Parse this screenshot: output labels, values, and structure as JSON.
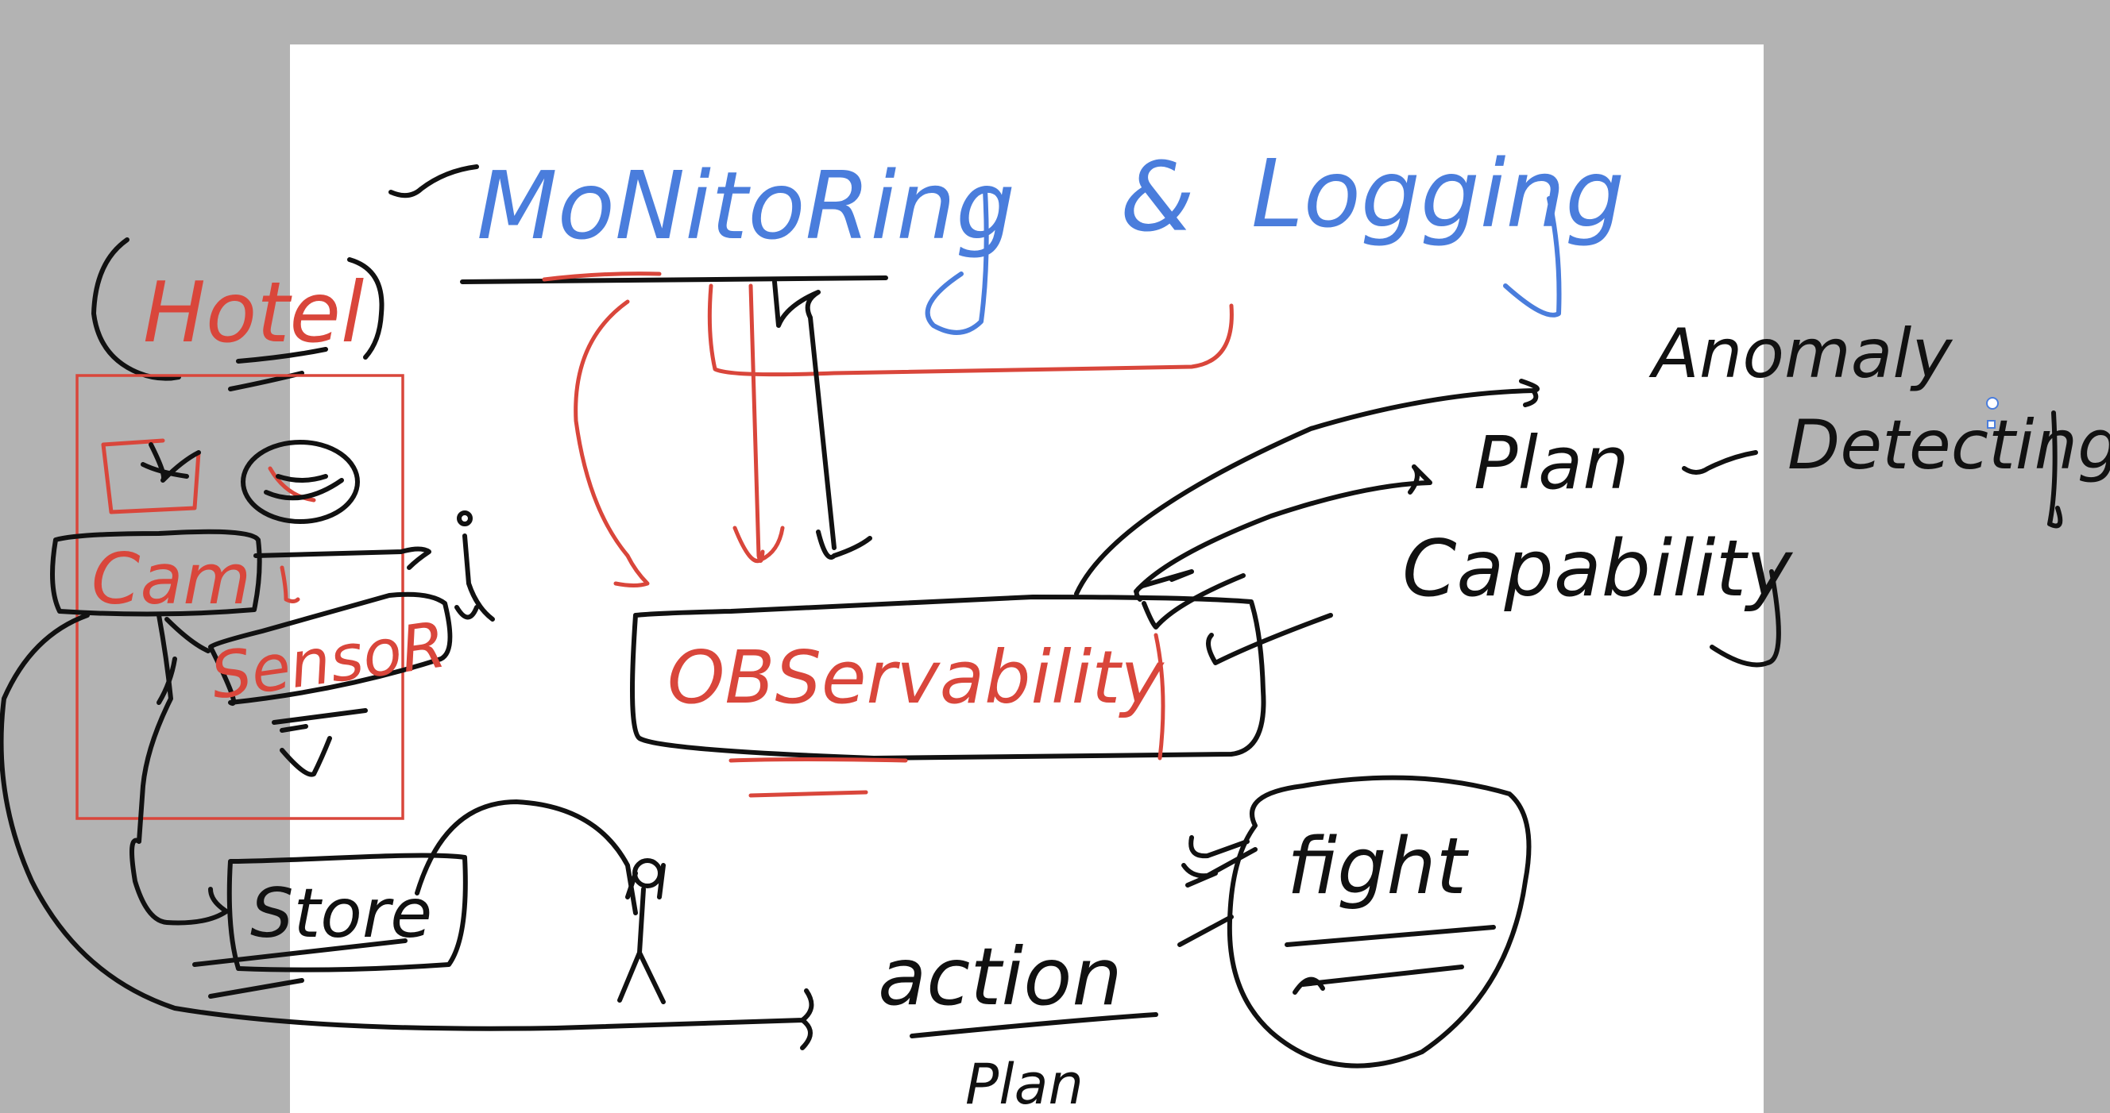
{
  "canvas": {
    "background": "#b3b3b3",
    "page_color": "#ffffff"
  },
  "colors": {
    "blue_ink": "#4a7ddc",
    "red_ink": "#d9463b",
    "black_ink": "#111111"
  },
  "labels": {
    "title_monitoring": "MoNitoRing",
    "title_and": "&",
    "title_logging": "Logging",
    "hotel": "Hotel",
    "cam": "Cam",
    "sensor": "SensoR",
    "store": "Store",
    "observability": "OBServability",
    "anomaly": "Anomaly",
    "detecting": "Detecting",
    "plan_top": "Plan",
    "capability": "Capability",
    "action": "action",
    "plan_bottom": "Plan",
    "fight": "fight"
  }
}
